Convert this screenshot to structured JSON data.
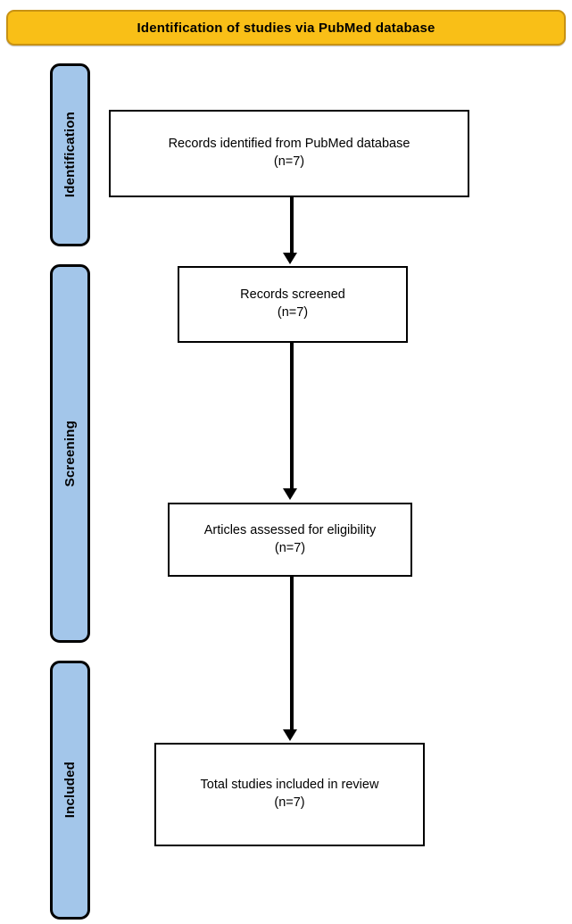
{
  "header": {
    "title": "Identification of studies  via  PubMed  database",
    "background_color": "#F9BF17",
    "border_color": "#C89213"
  },
  "stages": [
    {
      "id": "identification",
      "label": "Identification",
      "color": "#A3C6EA"
    },
    {
      "id": "screening",
      "label": "Screening",
      "color": "#A3C6EA"
    },
    {
      "id": "included",
      "label": "Included",
      "color": "#A3C6EA"
    }
  ],
  "boxes": [
    {
      "id": "records-identified",
      "stage": "identification",
      "text": "Records identified from PubMed database\n(n=7)",
      "label": "Records identified from PubMed database",
      "count": "(n=7)",
      "n": 7
    },
    {
      "id": "records-screened",
      "stage": "screening",
      "text": "Records screened\n(n=7)",
      "label": "Records screened",
      "count": "(n=7)",
      "n": 7
    },
    {
      "id": "articles-assessed",
      "stage": "screening",
      "text": "Articles assessed for eligibility\n(n=7)",
      "label": "Articles assessed for eligibility",
      "count": "(n=7)",
      "n": 7
    },
    {
      "id": "total-included",
      "stage": "included",
      "text": "Total studies included in review\n(n=7)",
      "label": "Total studies included in review",
      "count": "(n=7)",
      "n": 7
    }
  ],
  "connectors": [
    {
      "id": "arrow-1",
      "from": "records-identified",
      "to": "records-screened",
      "direction": "down"
    },
    {
      "id": "arrow-2",
      "from": "records-screened",
      "to": "articles-assessed",
      "direction": "down"
    },
    {
      "id": "arrow-3",
      "from": "articles-assessed",
      "to": "total-included",
      "direction": "down"
    }
  ]
}
